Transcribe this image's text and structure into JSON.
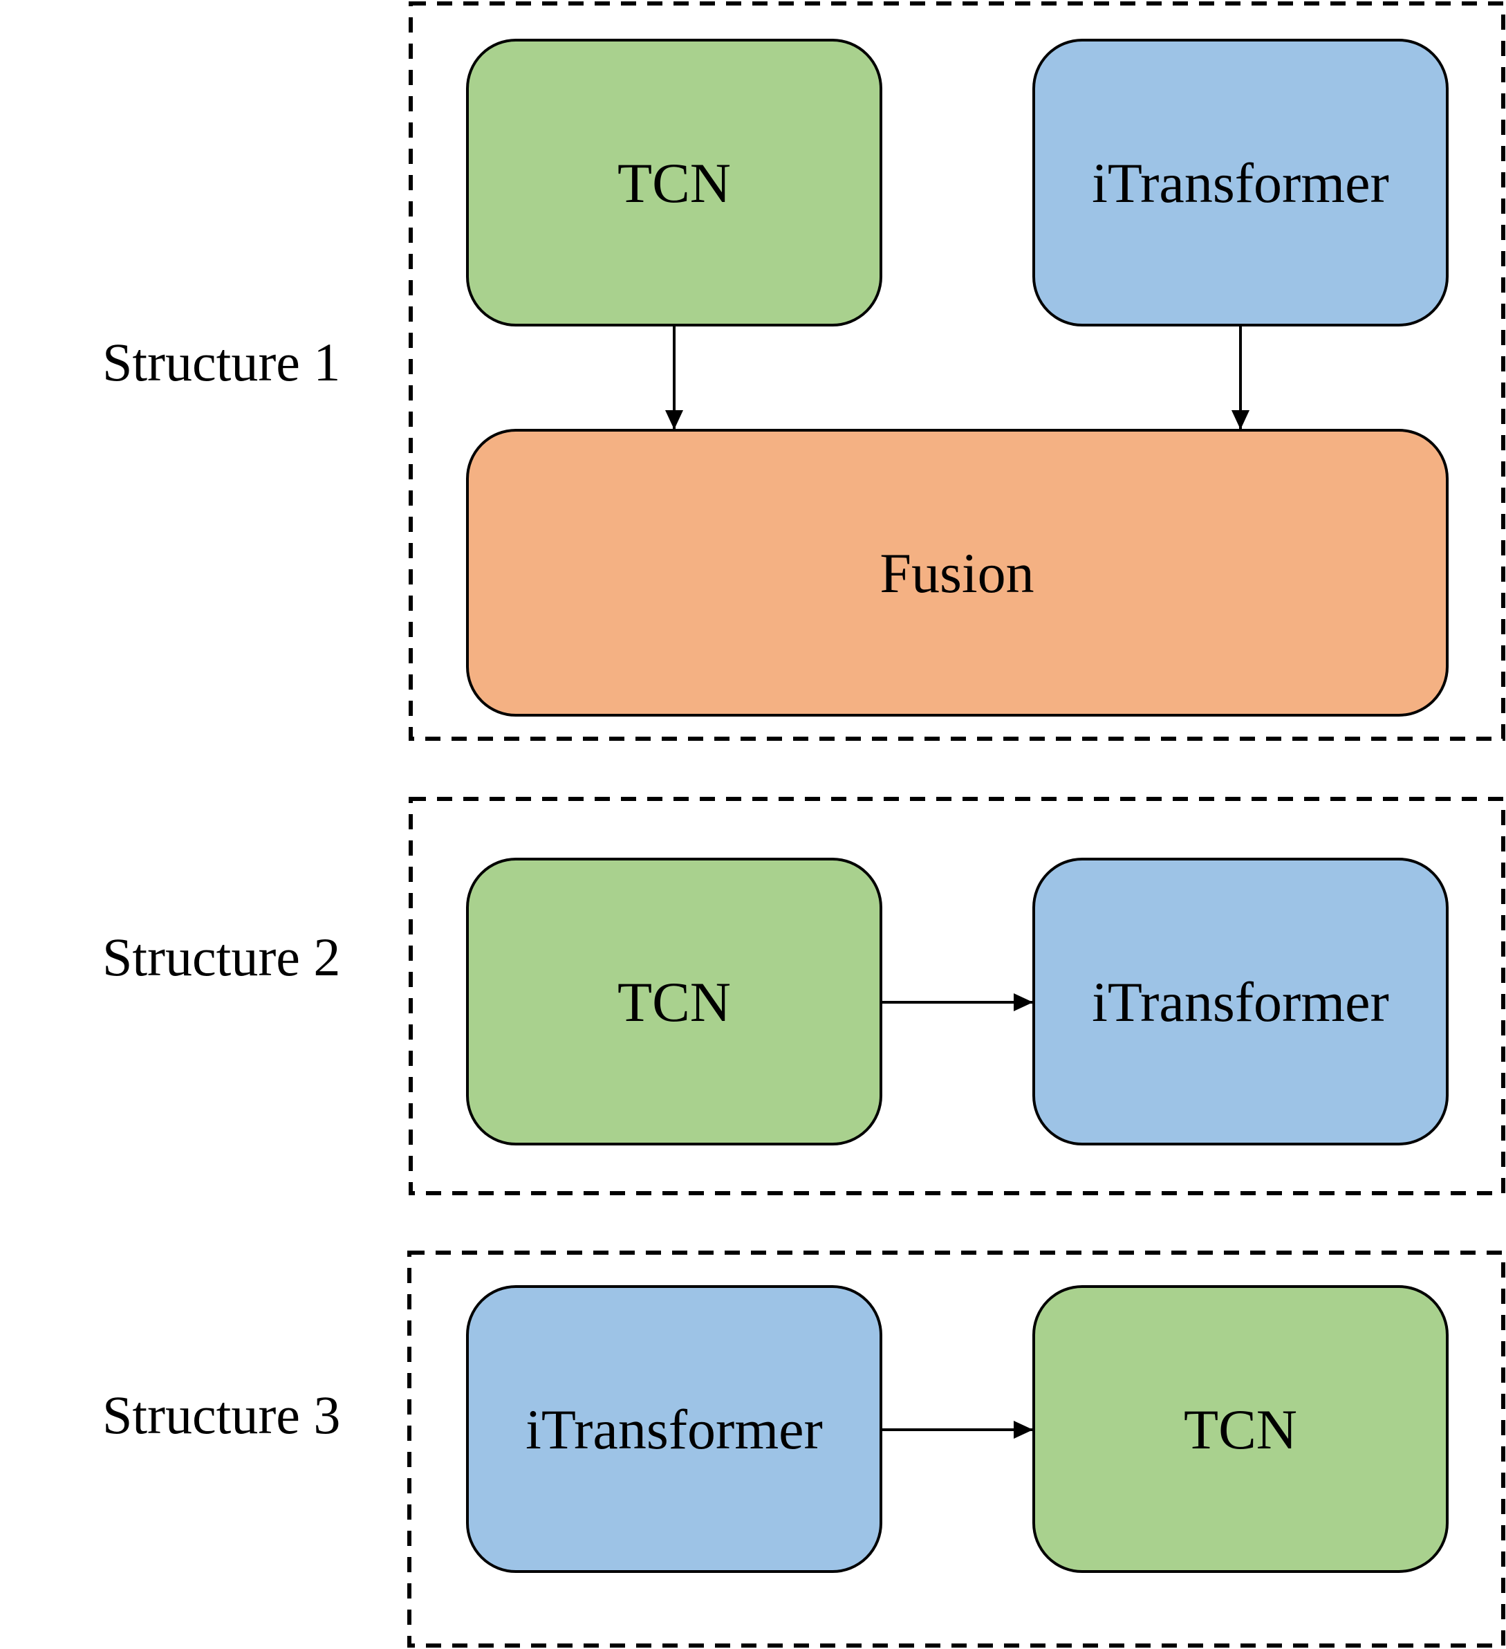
{
  "colors": {
    "tcn": "#a9d18e",
    "itransformer": "#9dc3e6",
    "fusion": "#f4b183",
    "line": "#000000"
  },
  "structures": [
    {
      "label": "Structure 1",
      "nodes": [
        {
          "id": "s1-tcn",
          "label": "TCN",
          "kind": "tcn"
        },
        {
          "id": "s1-itransformer",
          "label": "iTransformer",
          "kind": "itransformer"
        },
        {
          "id": "s1-fusion",
          "label": "Fusion",
          "kind": "fusion"
        }
      ],
      "edges": [
        {
          "from": "s1-tcn",
          "to": "s1-fusion"
        },
        {
          "from": "s1-itransformer",
          "to": "s1-fusion"
        }
      ]
    },
    {
      "label": "Structure 2",
      "nodes": [
        {
          "id": "s2-tcn",
          "label": "TCN",
          "kind": "tcn"
        },
        {
          "id": "s2-itransformer",
          "label": "iTransformer",
          "kind": "itransformer"
        }
      ],
      "edges": [
        {
          "from": "s2-tcn",
          "to": "s2-itransformer"
        }
      ]
    },
    {
      "label": "Structure 3",
      "nodes": [
        {
          "id": "s3-itransformer",
          "label": "iTransformer",
          "kind": "itransformer"
        },
        {
          "id": "s3-tcn",
          "label": "TCN",
          "kind": "tcn"
        }
      ],
      "edges": [
        {
          "from": "s3-itransformer",
          "to": "s3-tcn"
        }
      ]
    }
  ]
}
